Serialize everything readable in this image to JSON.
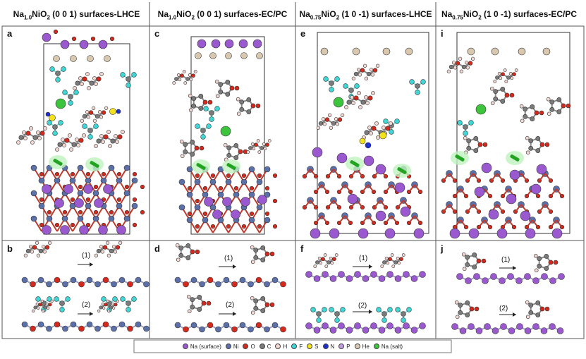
{
  "headers": [
    {
      "pre": "Na",
      "sub": "1.0",
      "post": "NiO",
      "sub2": "2",
      "rest": " (0 0 1) surfaces-LHCE"
    },
    {
      "pre": "Na",
      "sub": "1.0",
      "post": "NiO",
      "sub2": "2",
      "rest": " (0 0 1) surfaces-EC/PC"
    },
    {
      "pre": "Na",
      "sub": "0.75",
      "post": "NiO",
      "sub2": "2",
      "rest": " (1 0 -1) surfaces-LHCE"
    },
    {
      "pre": "Na",
      "sub": "0.75",
      "post": "NiO",
      "sub2": "2",
      "rest": " (1 0 -1) surfaces-EC/PC"
    }
  ],
  "panel_labels_top": [
    "a",
    "c",
    "e",
    "i"
  ],
  "panel_labels_bottom": [
    "b",
    "d",
    "f",
    "j"
  ],
  "steps": [
    "(1)",
    "(2)"
  ],
  "legend": [
    {
      "label": "Na (surface)",
      "color": "#9b59d0",
      "icon": "atom-ball"
    },
    {
      "label": "Ni",
      "color": "#5b6fa8",
      "icon": "atom-ball"
    },
    {
      "label": "O",
      "color": "#d42a1e",
      "icon": "atom-ball"
    },
    {
      "label": "C",
      "color": "#7a7a7a",
      "icon": "atom-ball"
    },
    {
      "label": "H",
      "color": "#f2d7d3",
      "icon": "atom-ball"
    },
    {
      "label": "F",
      "color": "#3fd6d6",
      "icon": "atom-ball"
    },
    {
      "label": "S",
      "color": "#f2e21a",
      "icon": "atom-ball"
    },
    {
      "label": "N",
      "color": "#1b2fd1",
      "icon": "atom-ball"
    },
    {
      "label": "P",
      "color": "#c39be0",
      "icon": "atom-ball"
    },
    {
      "label": "He",
      "color": "#d9c8b0",
      "icon": "atom-ball"
    },
    {
      "label": "Na (salt)",
      "color": "#3cc43c",
      "icon": "atom-ball"
    }
  ]
}
